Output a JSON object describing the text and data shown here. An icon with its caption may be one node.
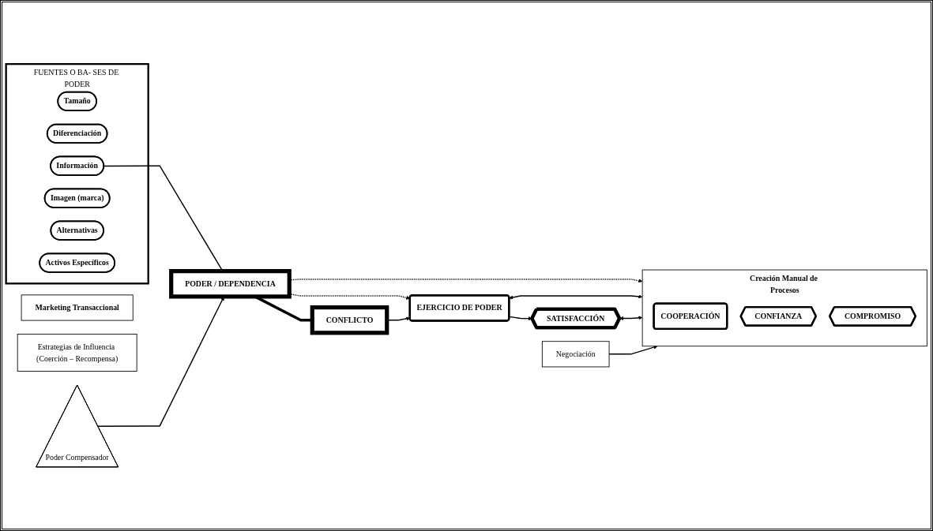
{
  "diagram": {
    "nodes": [
      {
        "text": [
          "FUENTES O BA- SES DE PODER"
        ]
      },
      {
        "text": [
          "Tamaño"
        ],
        "in": 0
      },
      {
        "text": [
          "Diferenciación"
        ],
        "in": 0
      },
      {
        "text": [
          "Información"
        ],
        "in": 0
      },
      {
        "text": [
          "Imagen (marca)"
        ],
        "in": 0
      },
      {
        "text": [
          "Alternativas"
        ],
        "in": 0
      },
      {
        "text": [
          "Activos Específicos"
        ],
        "in": 0
      },
      {
        "text": [
          "PODER / DEPENDENCIA"
        ]
      },
      {
        "text": [
          "CONFLICTO"
        ]
      },
      {
        "text": [
          "Marketing  Transaccional"
        ]
      },
      {
        "text": [
          "Estrategias de Influencia (Coerción – Recompensa)"
        ]
      },
      {
        "text": [
          "EJERCICIO DE  PODER"
        ]
      },
      {
        "text": [
          "SATISFACCIÓN"
        ]
      },
      {
        "text": [
          "Negociación"
        ]
      },
      {
        "text": [
          "Creación Manual de Procesos"
        ]
      },
      {
        "text": [
          "COOPERACIÓN"
        ],
        "in": 14
      },
      {
        "text": [
          "CONFIANZA"
        ],
        "in": 14
      },
      {
        "text": [
          "COMPROMISO"
        ],
        "in": 14
      },
      {
        "text": [
          "Poder Compensador"
        ]
      }
    ],
    "edges": [
      {
        "from": 3,
        "to": 7,
        "arrow": "none"
      },
      {
        "from": 7,
        "to": 8,
        "arrow": "none",
        "style": "thick"
      },
      {
        "from": 7,
        "to": 11,
        "arrow": "to",
        "style": "dashed"
      },
      {
        "from": 7,
        "to": 14,
        "arrow": "to",
        "style": "dashed"
      },
      {
        "from": 8,
        "to": 11,
        "arrow": "to"
      },
      {
        "from": 11,
        "to": 12,
        "arrow": "to"
      },
      {
        "from": 11,
        "to": 14,
        "arrow": "both"
      },
      {
        "from": 12,
        "to": 14,
        "arrow": "both"
      },
      {
        "from": 13,
        "to": 14,
        "arrow": "to"
      },
      {
        "from": 18,
        "to": 7,
        "arrow": "to"
      }
    ]
  }
}
